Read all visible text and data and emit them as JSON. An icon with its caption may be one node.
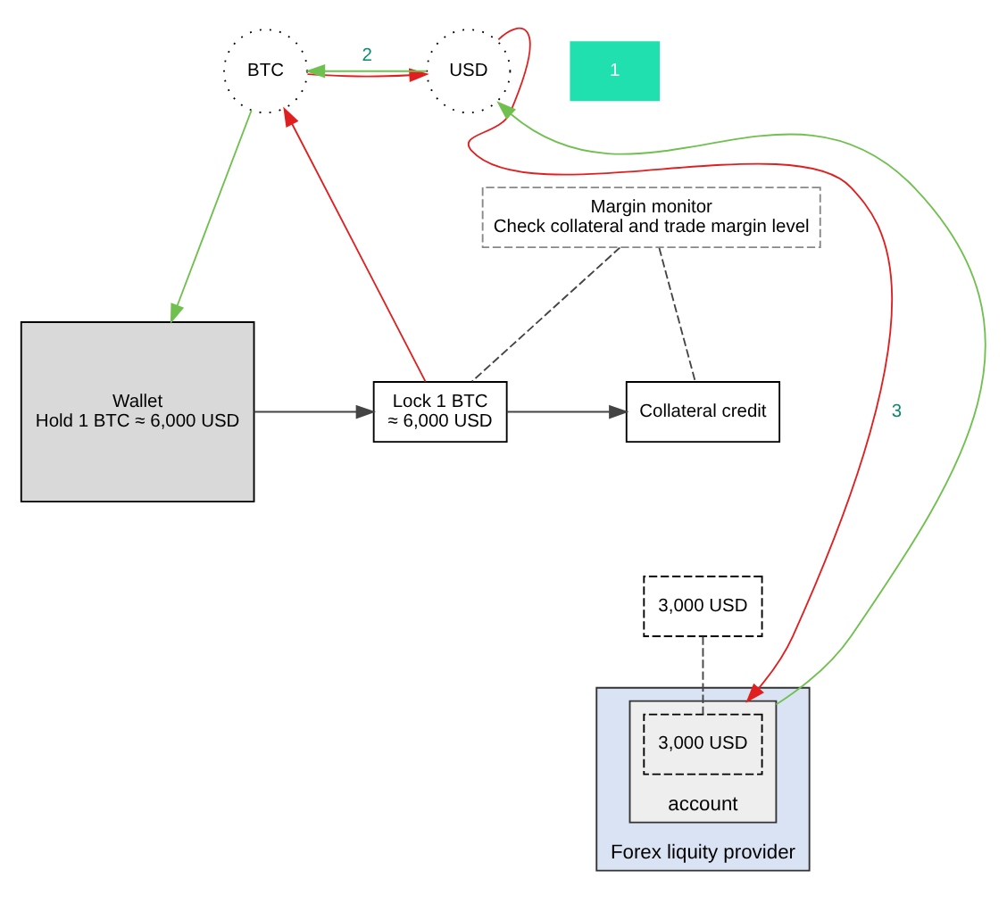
{
  "diagram": {
    "nodes": [
      {
        "text": [
          "Margin monitor",
          "Check collateral and trade margin level"
        ]
      },
      {
        "text": [
          "Wallet",
          "Hold 1 BTC ≈ 6,000 USD"
        ]
      },
      {
        "text": [
          "Lock 1 BTC",
          "≈ 6,000 USD"
        ]
      },
      {
        "text": [
          "Collateral credit"
        ]
      },
      {
        "text": [
          "3,000 USD"
        ]
      },
      {
        "text": [
          "Forex liquity provider"
        ]
      },
      {
        "text": [
          "account"
        ],
        "in": 5
      },
      {
        "text": [
          "3,000 USD"
        ],
        "in": 6
      },
      {
        "text": [
          "BTC"
        ]
      },
      {
        "text": [
          "USD"
        ]
      }
    ],
    "edges": [
      {
        "from": 0,
        "to": 2,
        "arrow": "none",
        "style": "dashed"
      },
      {
        "from": 0,
        "to": 3,
        "arrow": "none",
        "style": "dashed"
      },
      {
        "from": 1,
        "to": 2,
        "arrow": "to"
      },
      {
        "from": 2,
        "to": 3,
        "arrow": "to"
      },
      {
        "from": 4,
        "to": 7,
        "arrow": "none",
        "style": "dashed"
      },
      {
        "from": 2,
        "to": 8,
        "arrow": "to",
        "color": "#e02020"
      },
      {
        "from": 8,
        "to": 9,
        "arrow": "to",
        "color": "#e02020"
      },
      {
        "from": 9,
        "to": 6,
        "arrow": "to",
        "color": "#e02020",
        "label": "3"
      },
      {
        "from": 6,
        "to": 9,
        "arrow": "to",
        "color": "#70c050"
      },
      {
        "from": 9,
        "to": 8,
        "arrow": "to",
        "color": "#70c050",
        "label": "2"
      },
      {
        "from": 8,
        "to": 1,
        "arrow": "to",
        "color": "#70c050"
      }
    ],
    "labels": [
      "1"
    ]
  }
}
